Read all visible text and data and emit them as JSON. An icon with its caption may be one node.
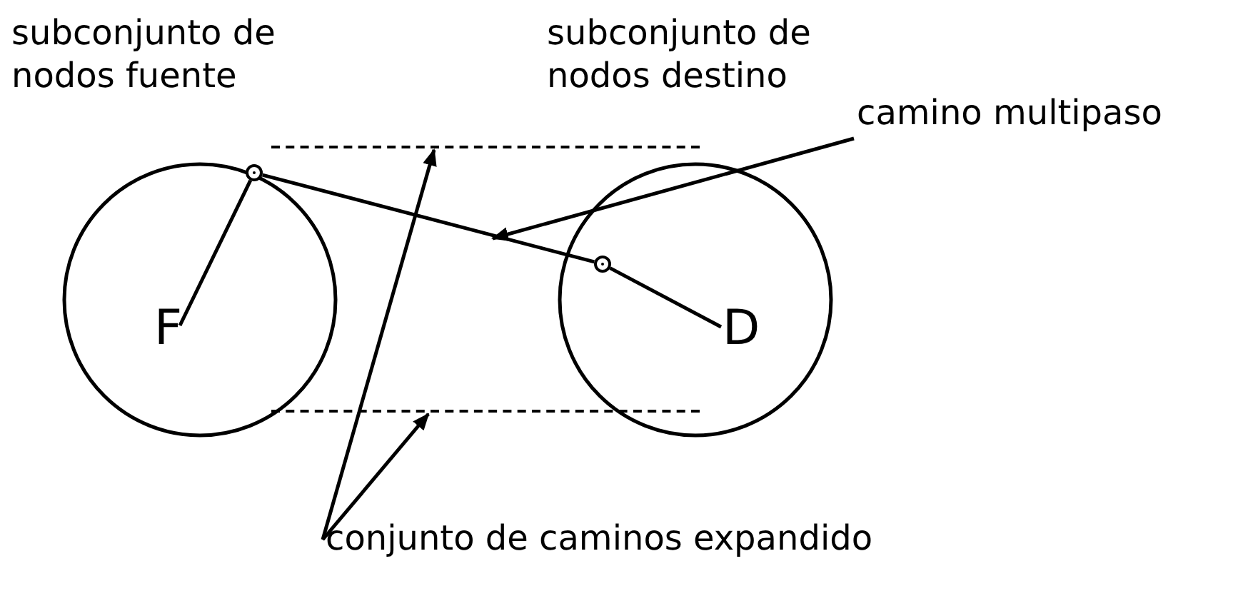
{
  "diagram": {
    "nodes": [
      {
        "text": [
          "subconjunto de nodos fuente"
        ]
      },
      {
        "text": [],
        "shape": "circle",
        "in": 0
      },
      {
        "text": [
          "F"
        ],
        "in": 0
      },
      {
        "text": [
          "subconjunto de nodos destino"
        ]
      },
      {
        "text": [],
        "shape": "circle",
        "in": 3
      },
      {
        "text": [
          "D"
        ],
        "in": 3
      },
      {
        "text": [],
        "shape": "line"
      },
      {
        "text": [],
        "shape": "line"
      },
      {
        "text": [
          "camino multipaso"
        ]
      },
      {
        "text": [
          "conjunto de caminos expandido"
        ]
      }
    ],
    "edges": [
      {
        "from": 2,
        "to": 1,
        "arrow": "none"
      },
      {
        "from": 5,
        "to": 4,
        "arrow": "none"
      },
      {
        "from": 1,
        "to": 4,
        "arrow": "none"
      },
      {
        "from": 8,
        "to": null,
        "arrow": "to"
      },
      {
        "from": 9,
        "to": 6,
        "arrow": "to"
      },
      {
        "from": 9,
        "to": 7,
        "arrow": "to"
      }
    ]
  }
}
